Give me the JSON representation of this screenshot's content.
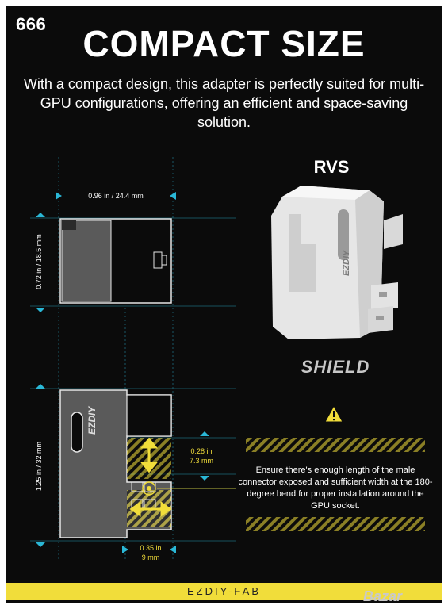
{
  "badge": "666",
  "title": "COMPACT SIZE",
  "subtitle": "With a compact design, this adapter is perfectly suited for multi-GPU configurations, offering an efficient and space-saving solution.",
  "product_name": "RVS",
  "product_brand": "SHIELD",
  "connector_logo_text": "EZDIY",
  "dimensions": {
    "width_top": "0.96 in / 24.4 mm",
    "height_top": "0.72 in / 18.5 mm",
    "height_side": "1.25 in / 32 mm",
    "gap_vertical_in": "0.28 in",
    "gap_vertical_mm": "7.3 mm",
    "gap_horizontal_in": "0.35 in",
    "gap_horizontal_mm": "9 mm"
  },
  "warning": {
    "icon": "warning-triangle-icon",
    "text": "Ensure there's enough length of the male connector exposed and sufficient width at the 180-degree bend for proper installation around the GPU socket."
  },
  "footer": "EZDIY-FAB",
  "watermark": "Bazar",
  "colors": {
    "background": "#0b0b0b",
    "accent_yellow": "#f1dd3a",
    "guide_cyan": "#2ab7d6",
    "body_gray": "#5a5a5a"
  }
}
